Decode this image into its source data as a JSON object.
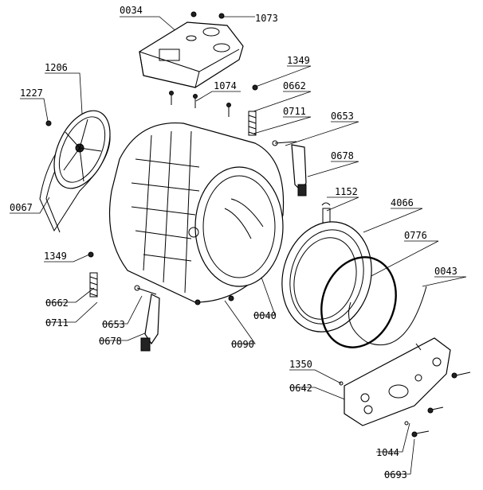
{
  "diagram": {
    "labels": [
      {
        "id": "p0034",
        "text": "0034"
      },
      {
        "id": "p1073",
        "text": "1073"
      },
      {
        "id": "p1206",
        "text": "1206"
      },
      {
        "id": "p1227",
        "text": "1227"
      },
      {
        "id": "p1349a",
        "text": "1349"
      },
      {
        "id": "p0662a",
        "text": "0662"
      },
      {
        "id": "p1074",
        "text": "1074"
      },
      {
        "id": "p0711a",
        "text": "0711"
      },
      {
        "id": "p0653a",
        "text": "0653"
      },
      {
        "id": "p0678a",
        "text": "0678"
      },
      {
        "id": "p0067",
        "text": "0067"
      },
      {
        "id": "p1152",
        "text": "1152"
      },
      {
        "id": "p4066",
        "text": "4066"
      },
      {
        "id": "p0776",
        "text": "0776"
      },
      {
        "id": "p0043",
        "text": "0043"
      },
      {
        "id": "p1349b",
        "text": "1349"
      },
      {
        "id": "p0662b",
        "text": "0662"
      },
      {
        "id": "p0711b",
        "text": "0711"
      },
      {
        "id": "p0653b",
        "text": "0653"
      },
      {
        "id": "p0040",
        "text": "0040"
      },
      {
        "id": "p0678b",
        "text": "0678"
      },
      {
        "id": "p0090",
        "text": "0090"
      },
      {
        "id": "p1350",
        "text": "1350"
      },
      {
        "id": "p0642",
        "text": "0642"
      },
      {
        "id": "p1044",
        "text": "1044"
      },
      {
        "id": "p0693",
        "text": "0693"
      }
    ]
  }
}
